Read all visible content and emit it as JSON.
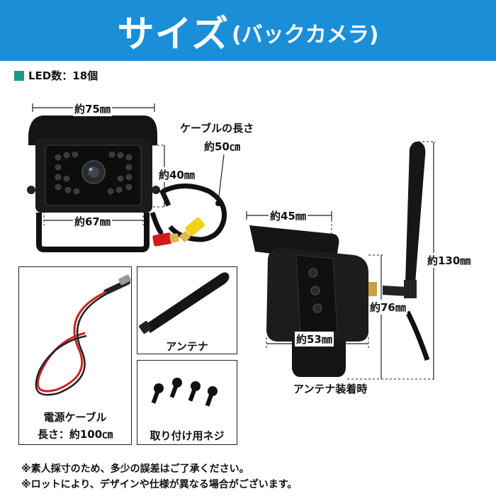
{
  "header": {
    "title_main": "サイズ",
    "title_sub": "(バックカメラ)"
  },
  "led": {
    "label": "LED数：18個"
  },
  "camera": {
    "width_top": "約75㎜",
    "height": "約40㎜",
    "width_bottom": "約67㎜"
  },
  "cable": {
    "label": "ケーブルの長さ",
    "length": "約50㎝"
  },
  "antenna_camera": {
    "width_top": "約45㎜",
    "height_total": "約130㎜",
    "height_body": "約76㎜",
    "width_body": "約53㎜",
    "caption": "アンテナ装着時"
  },
  "accessories": {
    "power_cable_line1": "電源ケーブル",
    "power_cable_line2": "長さ：約100㎝",
    "antenna": "アンテナ",
    "screws": "取り付け用ネジ"
  },
  "notes": [
    "※素人採寸のため、多少の誤差はご了承ください。",
    "※ロットにより、デザインや仕様が異なる場合がございます。"
  ],
  "colors": {
    "header_bg": "#1a8fd8",
    "led_marker": "#1e9a86"
  }
}
